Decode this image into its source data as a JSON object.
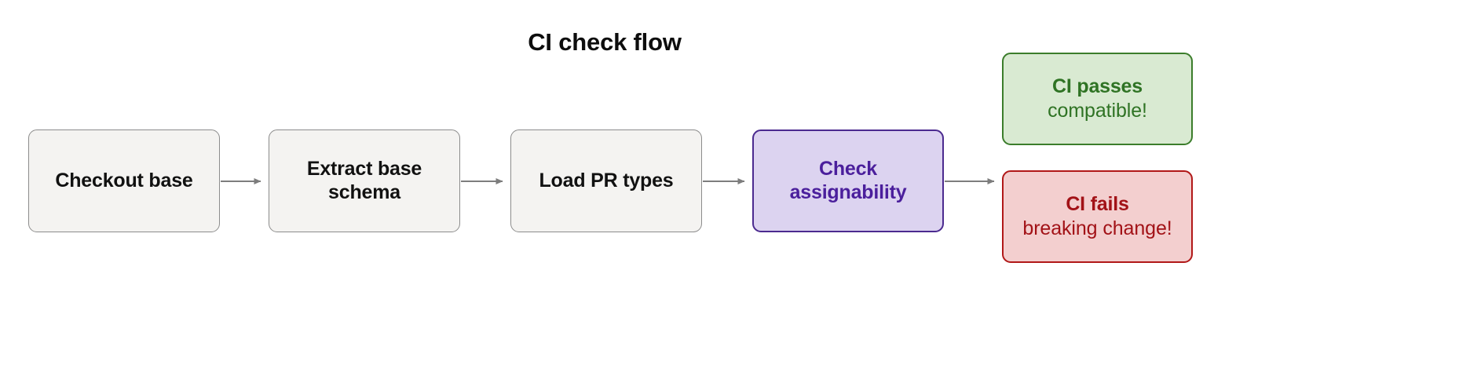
{
  "diagram": {
    "title": "CI check flow",
    "type": "flowchart",
    "direction": "left-to-right",
    "nodes": [
      {
        "id": "checkout",
        "label": "Checkout base",
        "kind": "process",
        "fill": "#f4f3f1",
        "stroke": "#8c8c8c",
        "text_color": "#111111"
      },
      {
        "id": "extract",
        "label_line1": "Extract base",
        "label_line2": "schema",
        "kind": "process",
        "fill": "#f4f3f1",
        "stroke": "#8c8c8c",
        "text_color": "#111111"
      },
      {
        "id": "loadtypes",
        "label": "Load PR types",
        "kind": "process",
        "fill": "#f4f3f1",
        "stroke": "#8c8c8c",
        "text_color": "#111111"
      },
      {
        "id": "check",
        "label_line1": "Check",
        "label_line2": "assignability",
        "kind": "decision",
        "fill": "#dcd3f0",
        "stroke": "#4b2a8f",
        "text_color": "#4b1f9c"
      },
      {
        "id": "pass",
        "label_line1": "CI passes",
        "label_line2": "compatible!",
        "kind": "success",
        "fill": "#d9ead2",
        "stroke": "#3b7d2b",
        "text_color": "#2f7324"
      },
      {
        "id": "fail",
        "label_line1": "CI fails",
        "label_line2": "breaking change!",
        "kind": "failure",
        "fill": "#f3cfcf",
        "stroke": "#b11818",
        "text_color": "#a21217"
      }
    ],
    "edges": [
      {
        "from": "checkout",
        "to": "extract",
        "style": "solid-arrow"
      },
      {
        "from": "extract",
        "to": "loadtypes",
        "style": "solid-arrow"
      },
      {
        "from": "loadtypes",
        "to": "check",
        "style": "solid-arrow"
      },
      {
        "from": "check",
        "to": "outcomes",
        "style": "solid-arrow"
      }
    ],
    "edge_color": "#7d7d7d"
  }
}
